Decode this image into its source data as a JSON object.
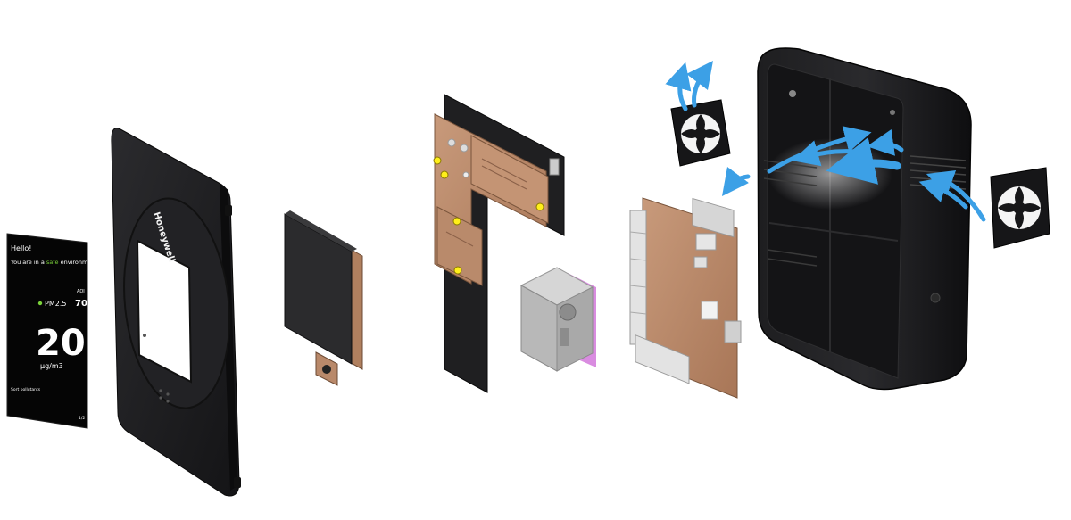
{
  "screen": {
    "greeting": "Hello!",
    "message_prefix": "You are in a ",
    "message_highlight": "safe",
    "message_suffix": " environment",
    "pollutant": "PM2.5",
    "value": "20",
    "unit": "μg/m3",
    "side_label": "AQI",
    "side_value": "70",
    "footer_left": "Sort pollutants",
    "footer_right": "1/2"
  },
  "bezel": {
    "brand": "Honeywell"
  },
  "colors": {
    "shell": "#1a1a1c",
    "pcb": "#b9896a",
    "pcb_dark": "#8f6448",
    "test_pad": "#ffef1a",
    "sensor_body": "#b8b8b8",
    "sensor_accent": "#d98ce0",
    "airflow": "#3ca0e6",
    "screen_accent": "#7ad13a",
    "screen_bg": "#050505"
  }
}
